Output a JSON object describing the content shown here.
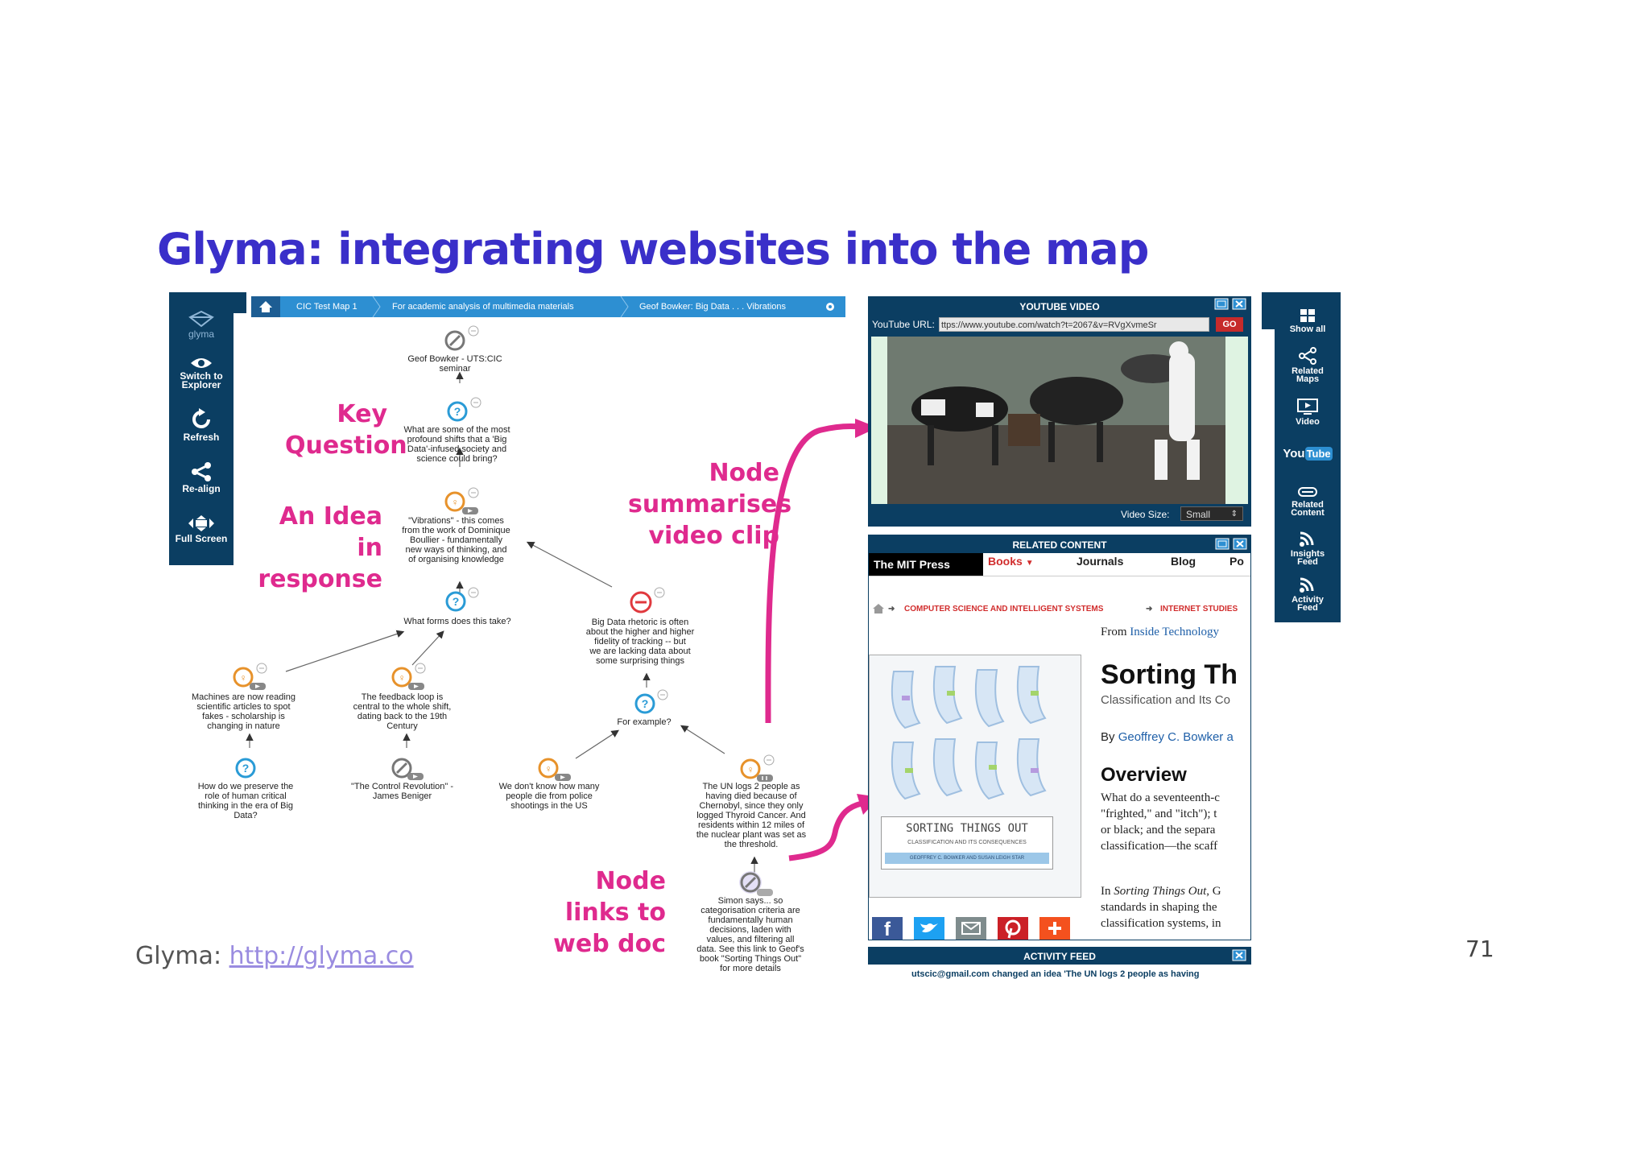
{
  "slide": {
    "title": "Glyma: integrating websites into the map",
    "footer_label": "Glyma: ",
    "footer_link": "http://glyma.co",
    "page_number": "71"
  },
  "left_sidebar": {
    "logo_label": "glyma",
    "items": [
      {
        "label_line1": "Switch to",
        "label_line2": "Explorer",
        "icon": "eye-icon"
      },
      {
        "label_line1": "Refresh",
        "label_line2": "",
        "icon": "refresh-icon"
      },
      {
        "label_line1": "Re-align",
        "label_line2": "",
        "icon": "share-icon"
      },
      {
        "label_line1": "Full Screen",
        "label_line2": "",
        "icon": "fullscreen-icon"
      }
    ]
  },
  "breadcrumb": {
    "items": [
      "CIC Test Map 1",
      "For academic analysis of multimedia materials",
      "Geof Bowker: Big Data . . . Vibrations"
    ]
  },
  "map": {
    "nodes": [
      {
        "lines": [
          "Geof Bowker - UTS:CIC",
          "seminar"
        ]
      },
      {
        "lines": [
          "What are some of the most",
          "profound shifts that a 'Big",
          "Data'-infused society and",
          "science could bring?"
        ]
      },
      {
        "lines": [
          "\"Vibrations\" - this comes",
          "from the work of Dominique",
          "Boullier - fundamentally",
          "new ways of thinking, and",
          "of organising knowledge"
        ]
      },
      {
        "lines": [
          "What forms does this take?"
        ]
      },
      {
        "lines": [
          "Big Data rhetoric is often",
          "about the higher and higher",
          "fidelity of tracking -- but",
          "we are lacking data about",
          "some surprising things"
        ]
      },
      {
        "lines": [
          "Machines are now reading",
          "scientific articles to spot",
          "fakes - scholarship is",
          "changing in nature"
        ]
      },
      {
        "lines": [
          "The feedback loop is",
          "central to the whole shift,",
          "dating back to the 19th",
          "Century"
        ]
      },
      {
        "lines": [
          "For example?"
        ]
      },
      {
        "lines": [
          "How do we preserve the",
          "role of human critical",
          "thinking in the era of Big",
          "Data?"
        ]
      },
      {
        "lines": [
          "\"The Control Revolution\" -",
          "James Beniger"
        ]
      },
      {
        "lines": [
          "We don't know how many",
          "people die from police",
          "shootings in the US"
        ]
      },
      {
        "lines": [
          "The UN logs 2 people as",
          "having died because of",
          "Chernobyl, since they only",
          "logged Thyroid Cancer. And",
          "residents within 12 miles of",
          "the nuclear plant was set as",
          "the threshold."
        ]
      },
      {
        "lines": [
          "Simon says... so",
          "categorisation criteria are",
          "fundamentally human",
          "decisions, laden with",
          "values, and filtering all",
          "data. See this link to Geof's",
          "book \"Sorting Things Out\"",
          "for more details"
        ]
      }
    ]
  },
  "annotations": {
    "key_question": [
      "Key",
      "Question"
    ],
    "an_idea": [
      "An Idea",
      "in response"
    ],
    "node_summarises": [
      "Node",
      "summarises",
      "video clip"
    ],
    "node_links": [
      "Node",
      "links to",
      "web doc"
    ]
  },
  "youtube_panel": {
    "title": "YOUTUBE VIDEO",
    "url_label": "YouTube URL:",
    "url_value": "ttps://www.youtube.com/watch?t=2067&v=RVgXvmeSr",
    "go_label": "GO",
    "size_label": "Video Size:",
    "size_value": "Small"
  },
  "related_panel": {
    "title": "RELATED CONTENT",
    "brand": "The MIT Press",
    "tabs": [
      "Books",
      "Journals",
      "Blog",
      "Po"
    ],
    "crumb1": "COMPUTER SCIENCE AND INTELLIGENT SYSTEMS",
    "crumb2": "INTERNET STUDIES",
    "from_prefix": "From ",
    "from_link": "Inside Technology",
    "book_title": "Sorting Th",
    "book_subtitle": "Classification and Its Co",
    "by_prefix": "By ",
    "by_link": "Geoffrey C. Bowker a",
    "overview": "Overview",
    "para1": [
      "What do a seventeenth-c",
      "\"frighted,\" and \"itch\"); t",
      "or black; and the separa",
      "classification—the scaff"
    ],
    "para2_prefix": "In ",
    "para2_italic": "Sorting Things Out",
    "para2_rest": ", G",
    "para2_lines": [
      "standards in shaping the",
      "classification systems, in"
    ],
    "cover_title": "SORTING THINGS OUT",
    "cover_subtitle": "CLASSIFICATION AND ITS CONSEQUENCES",
    "cover_authors": "GEOFFREY C. BOWKER AND SUSAN LEIGH STAR"
  },
  "activity_panel": {
    "title": "ACTIVITY FEED",
    "text": "utscic@gmail.com changed an idea  'The UN logs 2 people as having"
  },
  "right_sidebar": {
    "items": [
      {
        "label_line1": "Show all",
        "label_line2": "",
        "icon": "grid-icon"
      },
      {
        "label_line1": "Related",
        "label_line2": "Maps",
        "icon": "share-icon"
      },
      {
        "label_line1": "Video",
        "label_line2": "",
        "icon": "video-icon"
      },
      {
        "label_line1": "Related",
        "label_line2": "Content",
        "icon": "link-icon"
      },
      {
        "label_line1": "Insights",
        "label_line2": "Feed",
        "icon": "rss-icon"
      },
      {
        "label_line1": "Activity",
        "label_line2": "Feed",
        "icon": "rss-icon"
      }
    ],
    "youtube_you": "You",
    "youtube_tube": "Tube"
  },
  "colors": {
    "title": "#3a2fc9",
    "annotation": "#df2a8e",
    "panel_navy": "#0b3e62",
    "breadcrumb_blue": "#2d8fd2",
    "question_blue": "#2a9bd6",
    "idea_orange": "#e7922b",
    "con_red": "#e0393e"
  }
}
